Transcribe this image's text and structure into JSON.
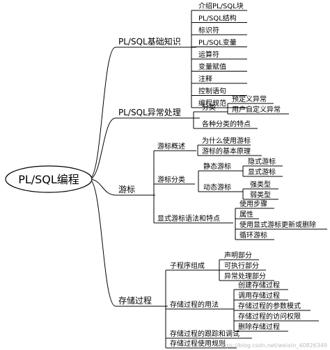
{
  "root": "PL/SQL编程",
  "branches": [
    {
      "label": "PL/SQL基础知识",
      "children": [
        {
          "label": "介绍PL/SQL块"
        },
        {
          "label": "PL/SQL结构"
        },
        {
          "label": "标识符"
        },
        {
          "label": "PL/SQL变量"
        },
        {
          "label": "运算符"
        },
        {
          "label": "变量赋值"
        },
        {
          "label": "注释"
        },
        {
          "label": "控制语句"
        },
        {
          "label": "编程规范"
        }
      ]
    },
    {
      "label": "PL/SQL异常处理",
      "children": [
        {
          "label": "分类",
          "children": [
            {
              "label": "预定义异常"
            },
            {
              "label": "用户自定义异常"
            }
          ]
        },
        {
          "label": "各种分类的特点"
        }
      ]
    },
    {
      "label": "游标",
      "children": [
        {
          "label": "游标概述",
          "children": [
            {
              "label": "为什么使用游标"
            },
            {
              "label": "游标的基本原理"
            }
          ]
        },
        {
          "label": "游标分类",
          "children": [
            {
              "label": "静态游标",
              "children": [
                {
                  "label": "隐式游标"
                },
                {
                  "label": "显式游标"
                }
              ]
            },
            {
              "label": "动态游标",
              "children": [
                {
                  "label": "强类型"
                },
                {
                  "label": "弱类型"
                }
              ]
            }
          ]
        },
        {
          "label": "显式游标语法和特点",
          "children": [
            {
              "label": "使用步骤"
            },
            {
              "label": "属性"
            },
            {
              "label": "使用显式游标更新或删除"
            },
            {
              "label": "循环游标"
            }
          ]
        }
      ]
    },
    {
      "label": "存储过程",
      "children": [
        {
          "label": "子程序组成",
          "children": [
            {
              "label": "声明部分"
            },
            {
              "label": "可执行部分"
            },
            {
              "label": "异常处理部分"
            }
          ]
        },
        {
          "label": "存储过程的用法",
          "children": [
            {
              "label": "创建存储过程"
            },
            {
              "label": "调用存储过程"
            },
            {
              "label": "存储过程的参数模式"
            },
            {
              "label": "存储过程的访问权限"
            },
            {
              "label": "删除存储过程"
            }
          ]
        },
        {
          "label": "存储过程的跟踪和调试"
        },
        {
          "label": "存储过程使用规则"
        }
      ]
    }
  ],
  "watermark": "https://blog.csdn.net/weixin_40826349"
}
